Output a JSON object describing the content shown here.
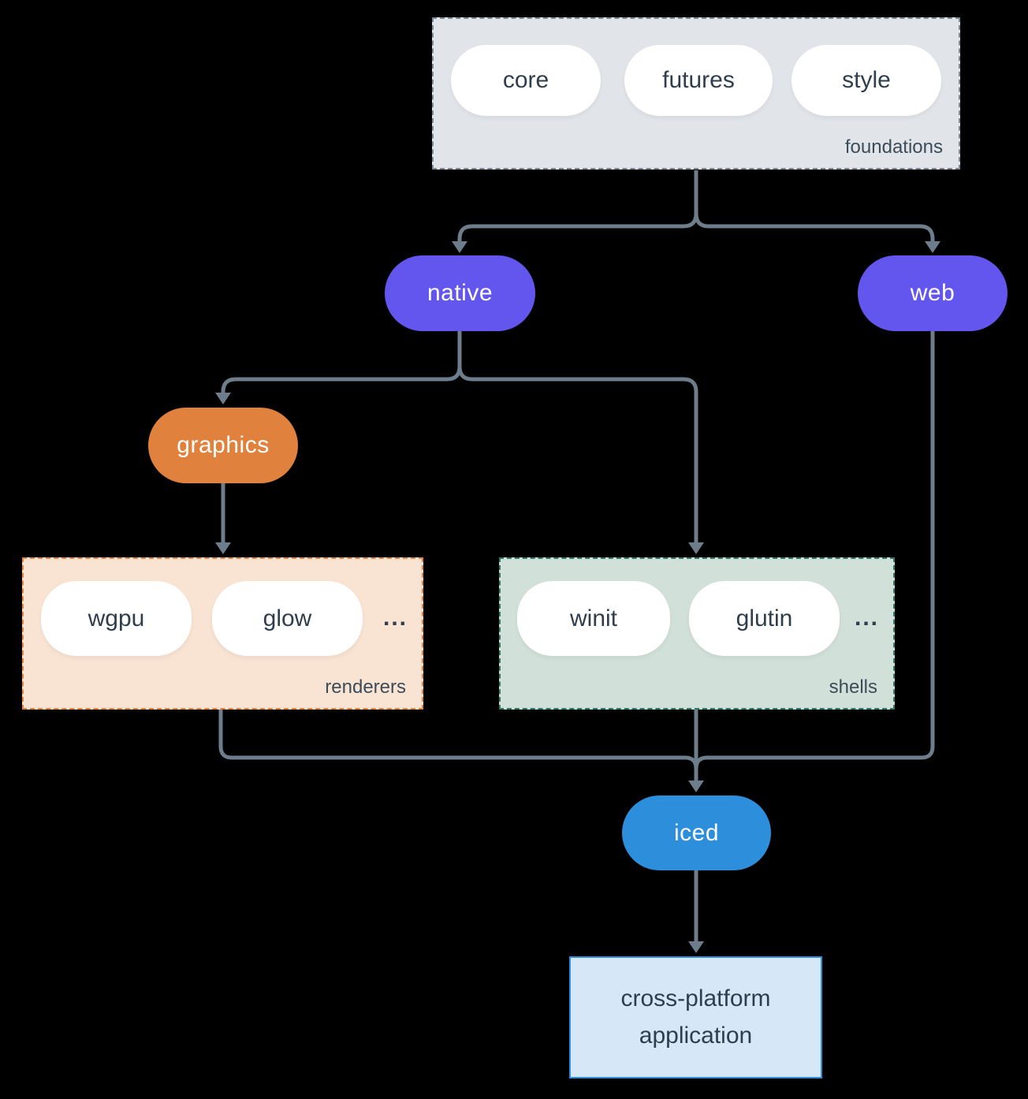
{
  "diagram": {
    "colors": {
      "text": "#2f3e4c",
      "label_text": "#3d4c59",
      "connector": "#6e7d8b",
      "purple": "#6356ee",
      "orange": "#e0813d",
      "blue": "#2d8edb",
      "foundations_fill": "#e1e5e9",
      "foundations_border": "#7b8a96",
      "renderers_fill": "#f9e3d3",
      "renderers_border": "#e8843c",
      "shells_fill": "#d2e0da",
      "shells_border": "#2b7c6a",
      "app_fill": "#d6e7f8",
      "app_border": "#2f8fdc"
    },
    "foundations": {
      "label": "foundations",
      "items": [
        "core",
        "futures",
        "style"
      ]
    },
    "native": {
      "label": "native"
    },
    "web": {
      "label": "web"
    },
    "graphics": {
      "label": "graphics"
    },
    "renderers": {
      "label": "renderers",
      "items": [
        "wgpu",
        "glow"
      ],
      "ellipsis": "..."
    },
    "shells": {
      "label": "shells",
      "items": [
        "winit",
        "glutin"
      ],
      "ellipsis": "..."
    },
    "iced": {
      "label": "iced"
    },
    "application": {
      "line1": "cross-platform",
      "line2": "application"
    }
  }
}
